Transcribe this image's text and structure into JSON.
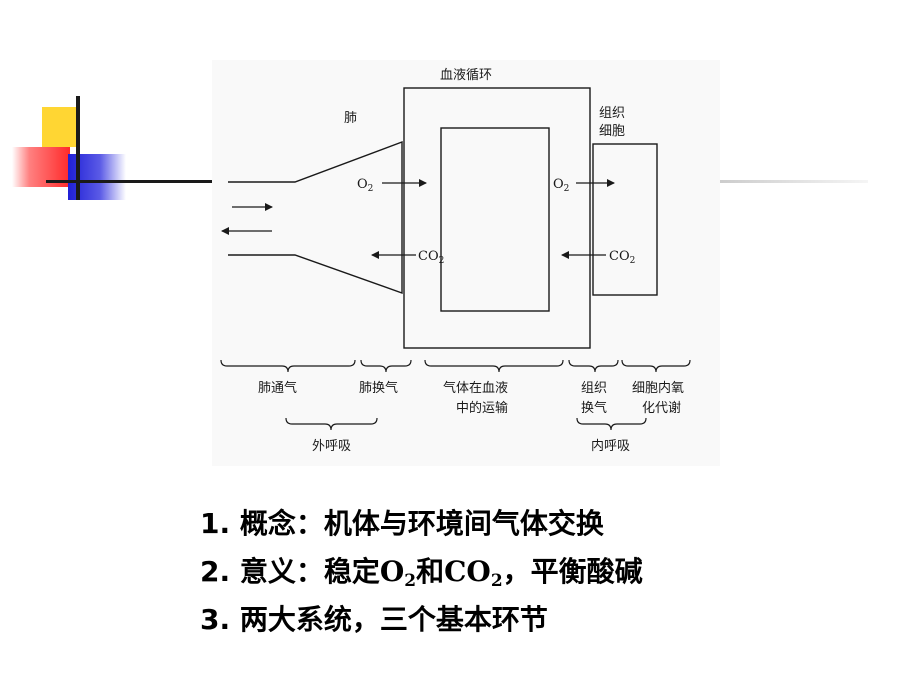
{
  "diagram": {
    "labels": {
      "circulation": "血液循环",
      "lung": "肺",
      "tissue_line1": "组织",
      "tissue_line2": "细胞",
      "o2_left": "O",
      "o2_right": "O",
      "co2_left": "CO",
      "co2_right": "CO",
      "subscript": "2"
    },
    "stages": {
      "pulmonary_ventilation": "肺通气",
      "pulmonary_exchange": "肺换气",
      "transport_line1": "气体在血液",
      "transport_line2": "中的运输",
      "tissue_exchange_line1": "组织",
      "tissue_exchange_line2": "换气",
      "internal_oxidation_line1": "细胞内氧",
      "internal_oxidation_line2": "化代谢"
    },
    "groups": {
      "external_respiration": "外呼吸",
      "internal_respiration": "内呼吸"
    }
  },
  "bullets": [
    {
      "number": "1.",
      "text": "概念：机体与环境间气体交换"
    },
    {
      "number": "2.",
      "text_before": "意义：稳定",
      "o2": "O",
      "and": "和",
      "co2": "CO",
      "sub": "2",
      "text_after": "，平衡酸碱"
    },
    {
      "number": "3.",
      "text": "两大系统，三个基本环节"
    }
  ]
}
